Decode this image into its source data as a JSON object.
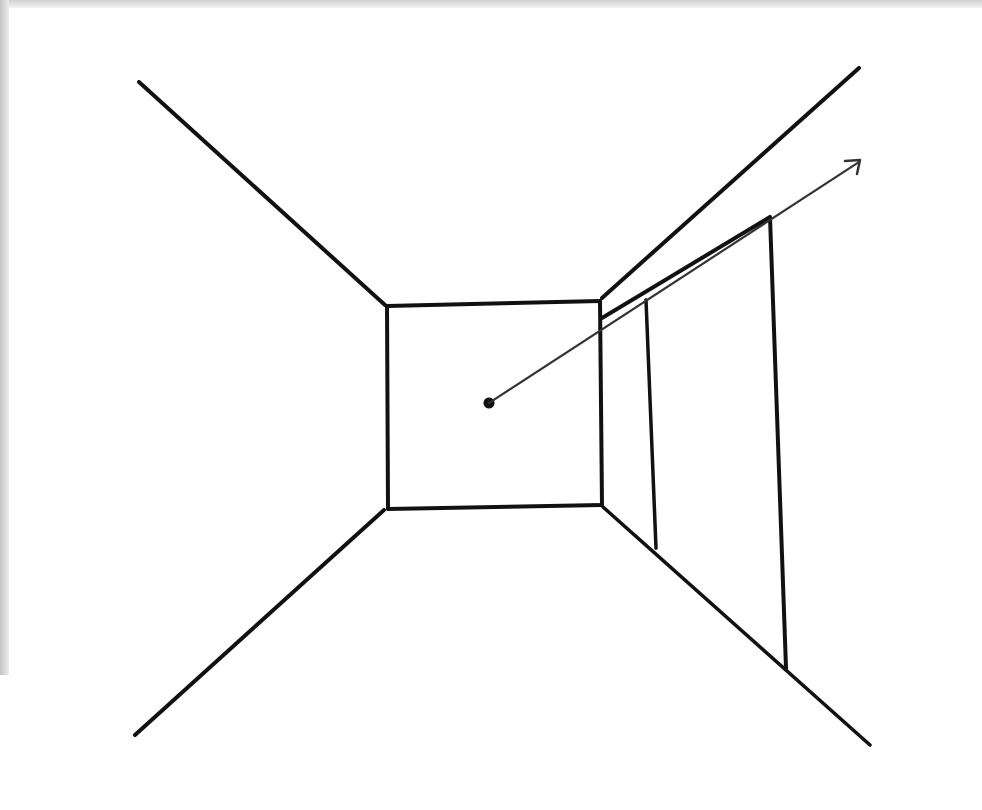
{
  "diagram": {
    "kind": "one-point perspective sketch of a corridor",
    "elements": [
      "back-wall-square",
      "ceiling-wall-edges",
      "floor-wall-edges",
      "door-panel-right-wall",
      "vanishing-point",
      "direction-arrow"
    ]
  },
  "colors": {
    "ink": "#111111",
    "arrow_ink": "#333333",
    "paper": "#ffffff",
    "scan_edge": "#cfcfcf"
  }
}
